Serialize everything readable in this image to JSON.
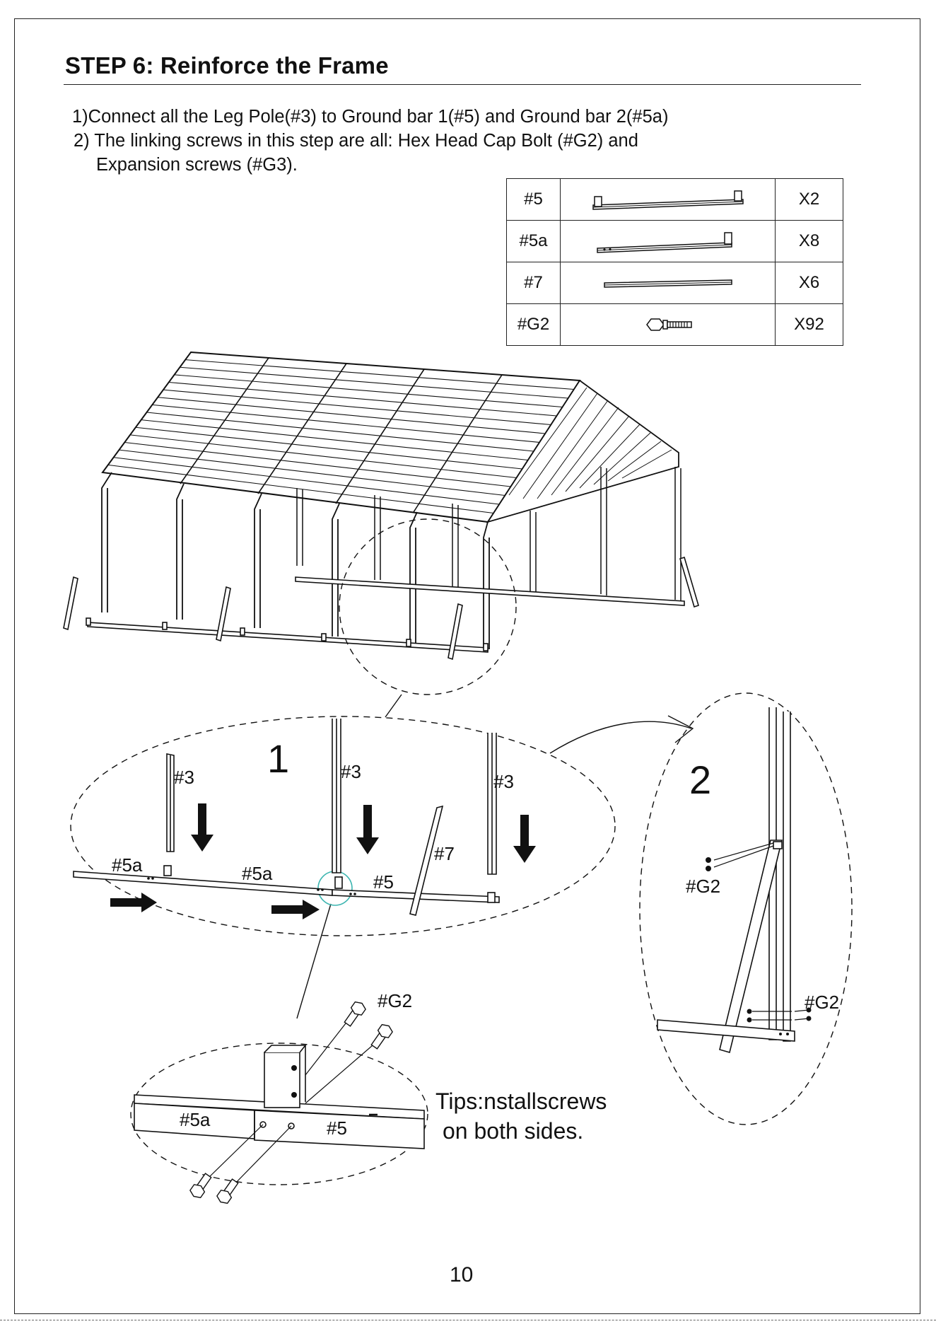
{
  "heading": "STEP 6:  Reinforce the Frame",
  "instructions": [
    "1)Connect all the  Leg Pole(#3) to Ground bar 1(#5)   and Ground bar 2(#5a)",
    "2) The linking screws in this step are all: Hex Head Cap Bolt (#G2) and",
    "Expansion screws (#G3)."
  ],
  "parts_table": [
    {
      "code": "#5",
      "icon": "ground-bar-1-icon",
      "qty": "X2"
    },
    {
      "code": "#5a",
      "icon": "ground-bar-2-icon",
      "qty": "X8"
    },
    {
      "code": "#7",
      "icon": "brace-bar-icon",
      "qty": "X6"
    },
    {
      "code": "#G2",
      "icon": "hex-head-bolt-icon",
      "qty": "X92"
    }
  ],
  "detail1": {
    "number": "1",
    "labels": {
      "leg_pole": "#3",
      "ground_bar_2": "#5a",
      "ground_bar_1": "#5",
      "brace": "#7"
    }
  },
  "detail2": {
    "number": "2",
    "labels": {
      "bolt": "#G2"
    }
  },
  "closeup": {
    "labels": {
      "bolt": "#G2",
      "ground_bar_2": "#5a",
      "ground_bar_1": "#5"
    }
  },
  "tips": [
    "Tips:nstallscrews",
    "on both sides."
  ],
  "page_number": "10"
}
